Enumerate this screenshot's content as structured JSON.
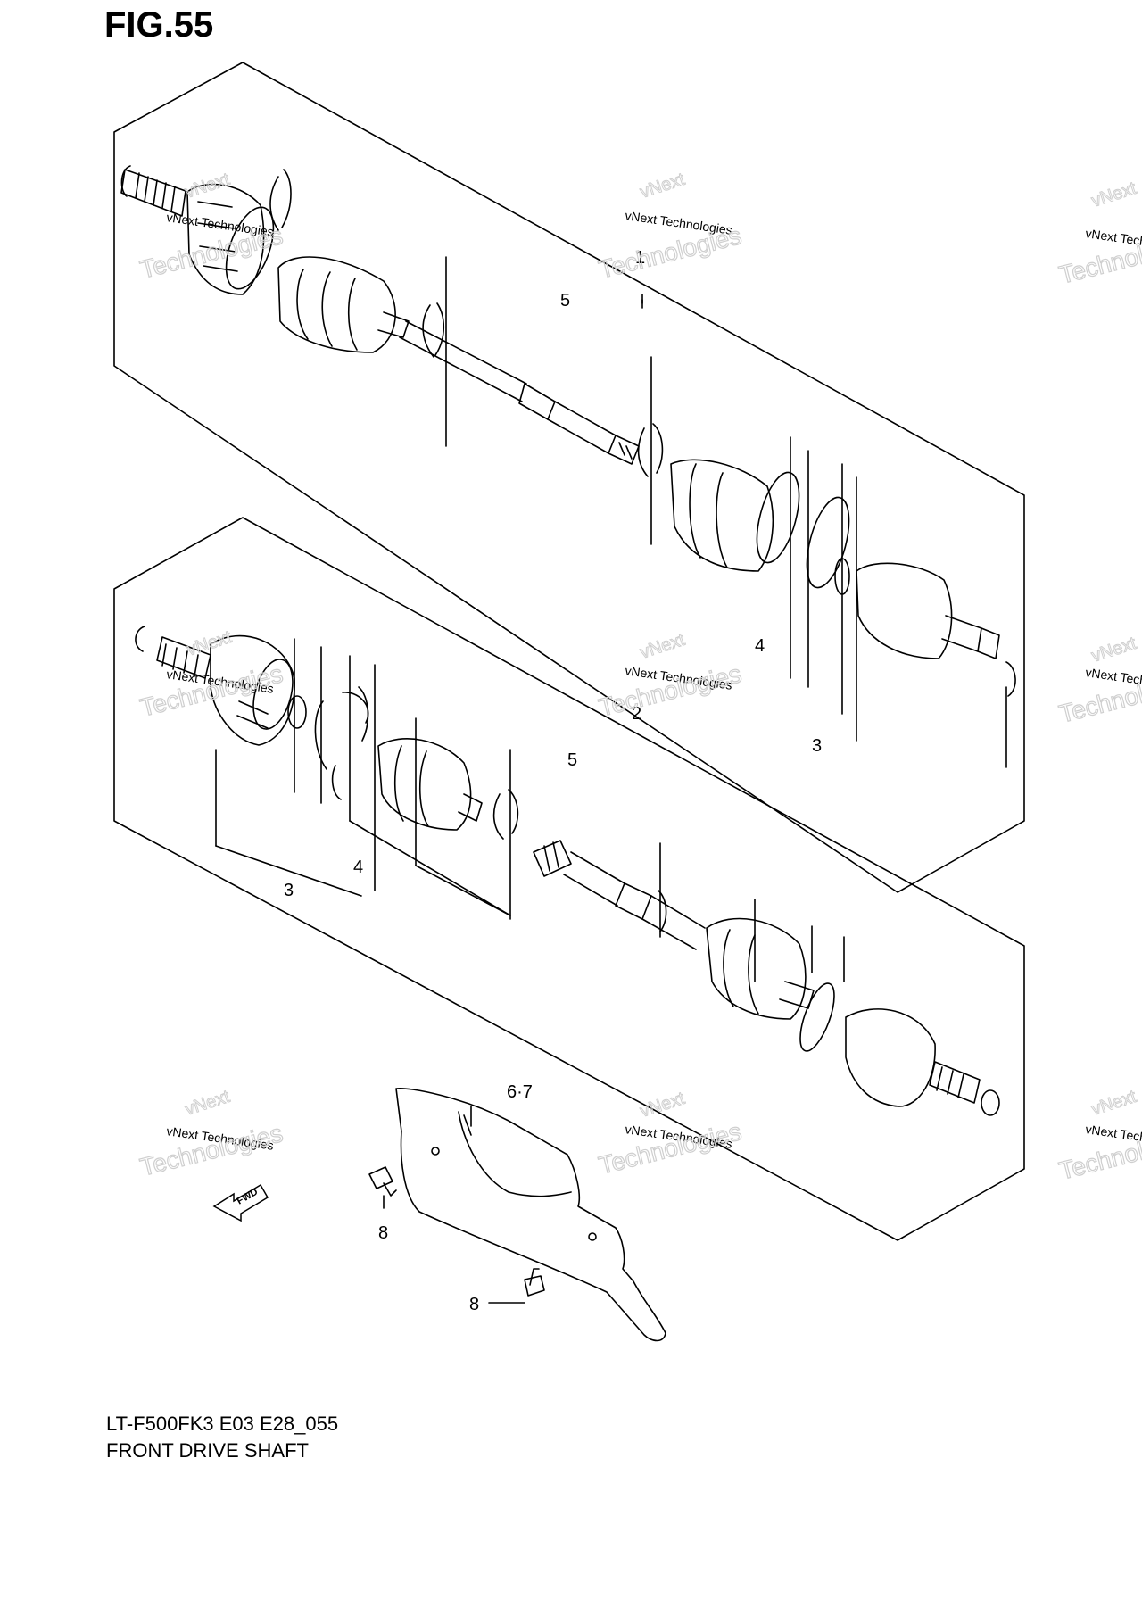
{
  "figure_label": "FIG.55",
  "model_code": "LT-F500FK3 E03 E28_055",
  "diagram_name": "FRONT DRIVE SHAFT",
  "watermark_small": "vNext Technologies",
  "watermark_big": "Technologies",
  "watermark_arc": "vNext",
  "fwd_label": "FWD",
  "callouts": {
    "c1": "1",
    "c2": "2",
    "c3_upper": "3",
    "c3_lower": "3",
    "c4_upper": "4",
    "c4_lower": "4",
    "c5_upper": "5",
    "c5_lower": "5",
    "c6_7": "6·7",
    "c8_upper": "8",
    "c8_lower": "8"
  }
}
